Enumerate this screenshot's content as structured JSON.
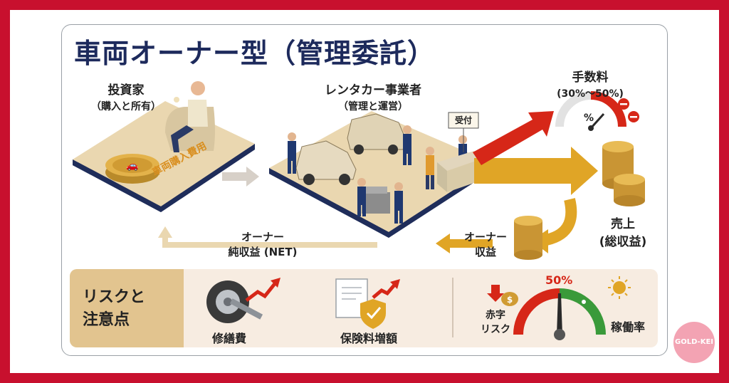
{
  "title": "車両オーナー型（管理委託）",
  "investor": {
    "title": "投資家",
    "subtitle": "（購入と所有）",
    "platform_text": "車両購入費用"
  },
  "operator": {
    "title": "レンタカー事業者",
    "subtitle": "（管理と運営）",
    "counter_sign": "受付"
  },
  "fee": {
    "title": "手数料",
    "subtitle": "(30%〜50%)",
    "gauge_symbol": "%"
  },
  "sales": {
    "title": "売上",
    "subtitle": "(総収益)"
  },
  "owner_revenue": {
    "line1": "オーナー",
    "line2": "収益"
  },
  "owner_net": {
    "line1": "オーナー",
    "line2": "純収益 (NET)"
  },
  "risk": {
    "title_line1": "リスクと",
    "title_line2": "注意点",
    "items": [
      {
        "label": "修繕費"
      },
      {
        "label": "保険料増額"
      }
    ],
    "gauge": {
      "percent_label": "50%",
      "left_line1": "赤字",
      "left_line2": "リスク",
      "right_label": "稼働率",
      "level": 0.5
    }
  },
  "badge": "GOLD-KEI",
  "colors": {
    "frame": "#c8102e",
    "title": "#1d2a5c",
    "red_arrow": "#d62718",
    "gold_arrow": "#e0a526",
    "platform": "#e8d6b0",
    "platform_edge": "#1f2d5a"
  }
}
